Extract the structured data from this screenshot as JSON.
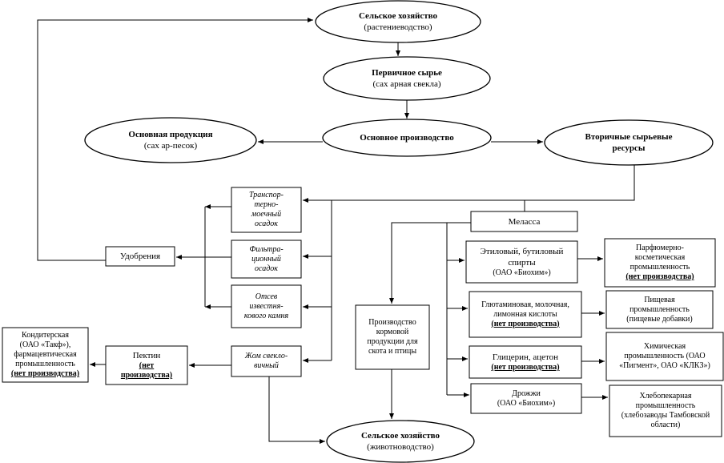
{
  "nodes": {
    "agri_plant": {
      "title": "Сельское хозяйство",
      "sub": "(растениеводство)"
    },
    "primary": {
      "title": "Первичное сырье",
      "sub": "(сах арная свекла)"
    },
    "main_production": {
      "title": "Основное производство"
    },
    "main_product": {
      "title": "Основная продукция",
      "sub": "(сах ар-песок)"
    },
    "secondary": {
      "title": "Вторичные сырьевые",
      "title2": "ресурсы"
    },
    "transport_sediment": {
      "l1": "Транспор-",
      "l2": "терно-",
      "l3": "моечный",
      "l4": "осадок"
    },
    "filtration_sediment": {
      "l1": "Фильтра-",
      "l2": "ционный",
      "l3": "осадок"
    },
    "limestone": {
      "l1": "Отсев",
      "l2": "известня-",
      "l3": "кового камня"
    },
    "pulp": {
      "l1": "Жом свекло-",
      "l2": "вичный"
    },
    "fertilizers": {
      "label": "Удобрения"
    },
    "pectin": {
      "label": "Пектин",
      "note1": "(нет",
      "note2": "производства)"
    },
    "confectionery": {
      "l1": "Кондитерская",
      "l2": "(ОАО «Такф»),",
      "l3": "фармацевтическая",
      "l4": "промышленность",
      "note": "(нет производства)"
    },
    "molasses": {
      "label": "Меласса"
    },
    "feed": {
      "l1": "Производство",
      "l2": "кормовой",
      "l3": "продукции для",
      "l4": "скота и птицы"
    },
    "ethyl": {
      "l1": "Этиловый, бутиловый",
      "l2": "спирты",
      "l3": "(ОАО «Биохим»)"
    },
    "acids": {
      "l1": "Глютаминовая, молочная,",
      "l2": "лимонная кислоты",
      "note": "(нет производства)"
    },
    "glycerin": {
      "l1": "Глицерин, ацетон",
      "note": "(нет производства)"
    },
    "yeast": {
      "l1": "Дрожжи",
      "l2": "(ОАО «Биохим»)"
    },
    "perfume": {
      "l1": "Парфюмерно-",
      "l2": "косметическая",
      "l3": "промышленность",
      "note": "(нет производства)"
    },
    "food": {
      "l1": "Пищевая",
      "l2": "промышленность",
      "l3": "(пищевые добавки)"
    },
    "chemical": {
      "l1": "Химическая",
      "l2": "промышленность (ОАО",
      "l3": "«Пигмент», ОАО «КЛКЗ»)"
    },
    "bakery": {
      "l1": "Хлебопекарная",
      "l2": "промышленность",
      "l3": "(хлебозаводы Тамбовской",
      "l4": "области)"
    },
    "agri_animal": {
      "title": "Сельское хозяйство",
      "sub": "(животноводство)"
    }
  }
}
